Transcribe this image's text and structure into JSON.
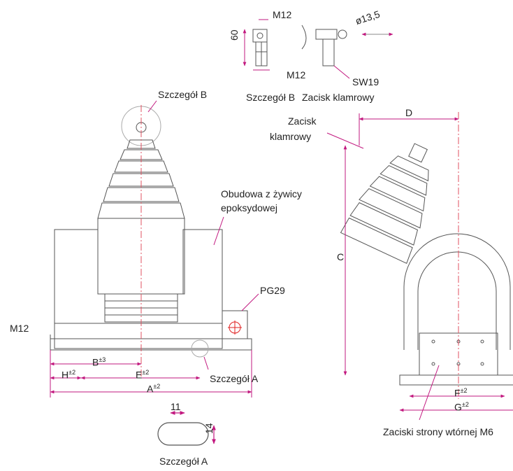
{
  "colors": {
    "line": "#555555",
    "dim": "#c2187f",
    "center": "#e05060",
    "red": "#e02020"
  },
  "detail_b_top": {
    "m12_top": "M12",
    "dim60": "60",
    "m12_bottom": "M12",
    "dia": "ø13,5",
    "sw": "SW19",
    "caption_b": "Szczegół B",
    "caption_clamp": "Zacisk klamrowy"
  },
  "front_view": {
    "detail_b_label": "Szczegół B",
    "housing_label_1": "Obudowa z żywicy",
    "housing_label_2": "epoksydowej",
    "pg29": "PG29",
    "m12": "M12",
    "dim_h": "H",
    "dim_h_tol": "±2",
    "dim_b": "B",
    "dim_b_tol": "±3",
    "dim_e": "E",
    "dim_e_tol": "±2",
    "dim_a": "A",
    "dim_a_tol": "±2",
    "detail_a_label": "Szczegół A"
  },
  "side_view": {
    "clamp_1": "Zacisk",
    "clamp_2": "klamrowy",
    "dim_d": "D",
    "dim_c": "C",
    "dim_f": "F",
    "dim_f_tol": "±2",
    "dim_g": "G",
    "dim_g_tol": "±2",
    "secondary": "Zaciski strony wtórnej M6"
  },
  "detail_a": {
    "dim11": "11",
    "dim14": "14",
    "caption": "Szczegół A"
  }
}
